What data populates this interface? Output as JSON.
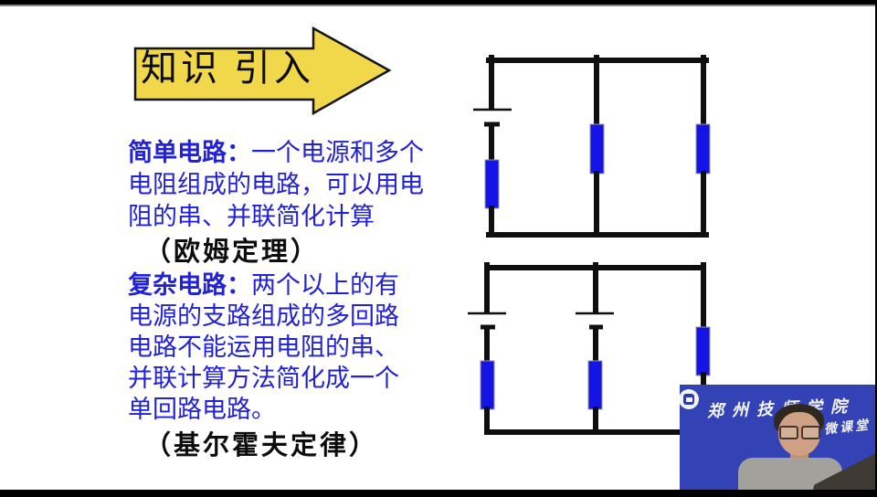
{
  "slide": {
    "title": "知识 引入",
    "sections": [
      {
        "label": "简单电路：",
        "body": "一个电源和多个\n电阻组成的电路，可以用电\n阻的串、并联简化计算",
        "law": "（欧姆定理）"
      },
      {
        "label": "复杂电路：",
        "body": "两个以上的有\n电源的支路组成的多回路\n电路不能运用电阻的串、\n并联计算方法简化成一个\n单回路电路。",
        "law": "（基尔霍夫定律）"
      }
    ]
  },
  "diagrams": {
    "simple_circuit": {
      "branches": [
        "battery + resistor",
        "resistor",
        "resistor"
      ]
    },
    "complex_circuit": {
      "branches": [
        "battery + resistor",
        "battery + resistor",
        "resistor"
      ]
    }
  },
  "webcam": {
    "banner_title": "郑州技师学院",
    "banner_subtitle": "微课堂"
  },
  "colors": {
    "arrow_yellow": "#F0D84A",
    "text_blue": "#2121D6",
    "resistor_blue": "#1414E6",
    "banner_blue": "#3342B5"
  }
}
